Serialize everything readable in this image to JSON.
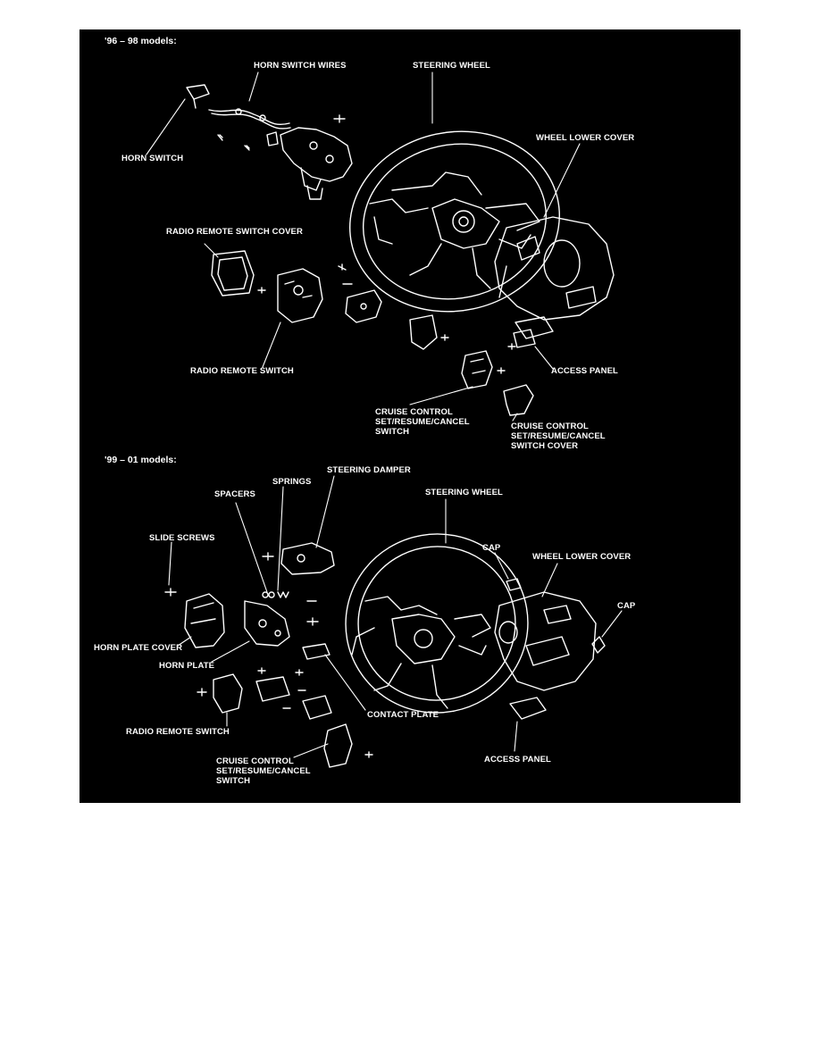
{
  "colors": {
    "background": "#000000",
    "ink": "#ffffff"
  },
  "sections": [
    {
      "heading": "'96 – 98 models:",
      "labels": {
        "horn_switch_wires": "HORN SWITCH WIRES",
        "steering_wheel": "STEERING WHEEL",
        "wheel_lower_cover": "WHEEL LOWER COVER",
        "horn_switch": "HORN SWITCH",
        "radio_remote_switch_cover": "RADIO REMOTE SWITCH COVER",
        "radio_remote_switch": "RADIO REMOTE SWITCH",
        "access_panel": "ACCESS PANEL",
        "cruise_switch": [
          "CRUISE CONTROL",
          "SET/RESUME/CANCEL",
          "SWITCH"
        ],
        "cruise_switch_cover": [
          "CRUISE CONTROL",
          "SET/RESUME/CANCEL",
          "SWITCH COVER"
        ]
      }
    },
    {
      "heading": "'99 – 01 models:",
      "labels": {
        "steering_damper": "STEERING DAMPER",
        "springs": "SPRINGS",
        "spacers": "SPACERS",
        "steering_wheel": "STEERING WHEEL",
        "slide_screws": "SLIDE SCREWS",
        "cap_top": "CAP",
        "wheel_lower_cover": "WHEEL LOWER COVER",
        "cap_right": "CAP",
        "horn_plate_cover": "HORN PLATE COVER",
        "horn_plate": "HORN PLATE",
        "contact_plate": "CONTACT PLATE",
        "radio_remote_switch": "RADIO REMOTE SWITCH",
        "access_panel": "ACCESS PANEL",
        "cruise_switch": [
          "CRUISE CONTROL",
          "SET/RESUME/CANCEL",
          "SWITCH"
        ]
      }
    }
  ]
}
